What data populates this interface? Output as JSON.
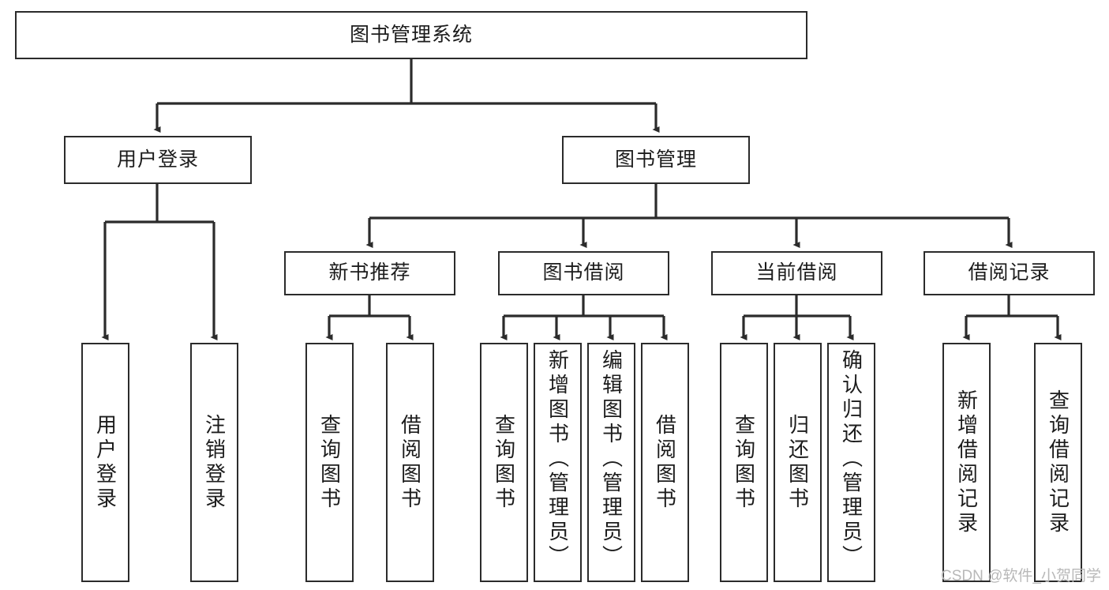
{
  "diagram": {
    "type": "tree-hierarchy",
    "title": "图书管理系统",
    "orientation": "top-down",
    "colors": {
      "box_border": "#2b2b2b",
      "box_fill": "#ffffff",
      "connector": "#2b2b2b",
      "text": "#1c1c1c",
      "watermark": "#b8b8b8",
      "background": "#ffffff"
    }
  },
  "root": {
    "label": "图书管理系统"
  },
  "level1": [
    {
      "id": "user-login",
      "label": "用户登录"
    },
    {
      "id": "book-management",
      "label": "图书管理"
    }
  ],
  "level2": [
    {
      "id": "new-book-recommend",
      "label": "新书推荐",
      "parent": "book-management"
    },
    {
      "id": "book-borrow",
      "label": "图书借阅",
      "parent": "book-management"
    },
    {
      "id": "current-borrow",
      "label": "当前借阅",
      "parent": "book-management"
    },
    {
      "id": "borrow-record",
      "label": "借阅记录",
      "parent": "book-management"
    }
  ],
  "leaves": [
    {
      "id": "leaf-user-login",
      "label": "用户登录",
      "parent": "user-login"
    },
    {
      "id": "leaf-logout-login",
      "label": "注销登录",
      "parent": "user-login"
    },
    {
      "id": "leaf-query-book-1",
      "label": "查询图书",
      "parent": "new-book-recommend"
    },
    {
      "id": "leaf-borrow-book-1",
      "label": "借阅图书",
      "parent": "new-book-recommend"
    },
    {
      "id": "leaf-query-book-2",
      "label": "查询图书",
      "parent": "book-borrow"
    },
    {
      "id": "leaf-add-book",
      "label": "新增图书（管理员）",
      "parent": "book-borrow"
    },
    {
      "id": "leaf-edit-book",
      "label": "编辑图书（管理员）",
      "parent": "book-borrow"
    },
    {
      "id": "leaf-borrow-book-2",
      "label": "借阅图书",
      "parent": "book-borrow"
    },
    {
      "id": "leaf-query-book-3",
      "label": "查询图书",
      "parent": "current-borrow"
    },
    {
      "id": "leaf-return-book",
      "label": "归还图书",
      "parent": "current-borrow"
    },
    {
      "id": "leaf-confirm-return",
      "label": "确认归还（管理员）",
      "parent": "current-borrow"
    },
    {
      "id": "leaf-add-record",
      "label": "新增借阅记录",
      "parent": "borrow-record"
    },
    {
      "id": "leaf-query-record",
      "label": "查询借阅记录",
      "parent": "borrow-record"
    }
  ],
  "watermark": {
    "text": "CSDN @软件_小贺同学"
  }
}
